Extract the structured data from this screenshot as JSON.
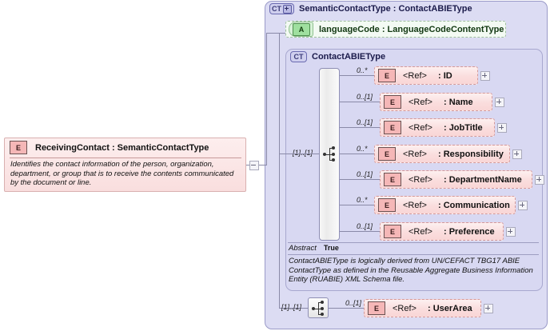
{
  "diagram": {
    "type": "xsd-schema-diagram",
    "outer_container": {
      "badge": "CT",
      "badge_icon": "ct-plus-icon",
      "title": "SemanticContactType : ContactABIEType"
    },
    "attribute": {
      "badge": "A",
      "badge_icon": "attribute-icon",
      "label": "languageCode : LanguageCodeContentType"
    },
    "inner_container": {
      "badge": "CT",
      "title": "ContactABIEType"
    },
    "sequence": {
      "icon": "sequence-compositor-icon",
      "cardinality": "[1]..[1]"
    },
    "elements": [
      {
        "badge": "E",
        "ref": "<Ref>",
        "name": ": ID",
        "cardinality": "0..*",
        "width": 130
      },
      {
        "badge": "E",
        "ref": "<Ref>",
        "name": ": Name",
        "cardinality": "0..[1]",
        "width": 141
      },
      {
        "badge": "E",
        "ref": "<Ref>",
        "name": ": JobTitle",
        "cardinality": "0..[1]",
        "width": 144
      },
      {
        "badge": "E",
        "ref": "<Ref>",
        "name": ": Responsibility",
        "cardinality": "0..*",
        "width": 170
      },
      {
        "badge": "E",
        "ref": "<Ref>",
        "name": ": DepartmentName",
        "cardinality": "0..[1]",
        "width": 191
      },
      {
        "badge": "E",
        "ref": "<Ref>",
        "name": ": Communication",
        "cardinality": "0..*",
        "width": 177
      },
      {
        "badge": "E",
        "ref": "<Ref>",
        "name": ": Preference",
        "cardinality": "0..[1]",
        "width": 155
      }
    ],
    "abstract": {
      "key": "Abstract",
      "value": "True"
    },
    "annotation": "ContactABIEType is logically derived from UN/CEFACT TBG17 ABIE ContactType as defined in the Reusable Aggregate Business Information Entity (RUABIE) XML Schema file.",
    "bottom_sequence": {
      "icon": "sequence-compositor-icon",
      "cardinality": "[1]..[1]"
    },
    "bottom_element": {
      "badge": "E",
      "ref": "<Ref>",
      "name": ": UserArea",
      "cardinality": "0..[1]"
    },
    "left_node": {
      "badge": "E",
      "title": "ReceivingContact : SemanticContactType",
      "description": "Identifies the contact information of the person, organization, department, or group that is to receive the contents communicated by the document or line."
    },
    "colors": {
      "outer_bg": "#dcdcf3",
      "inner_bg": "#d8d8f2",
      "element_bg": "#fadddd",
      "attribute_bg": "#d8f2d8",
      "line": "#8a8aa8"
    }
  }
}
